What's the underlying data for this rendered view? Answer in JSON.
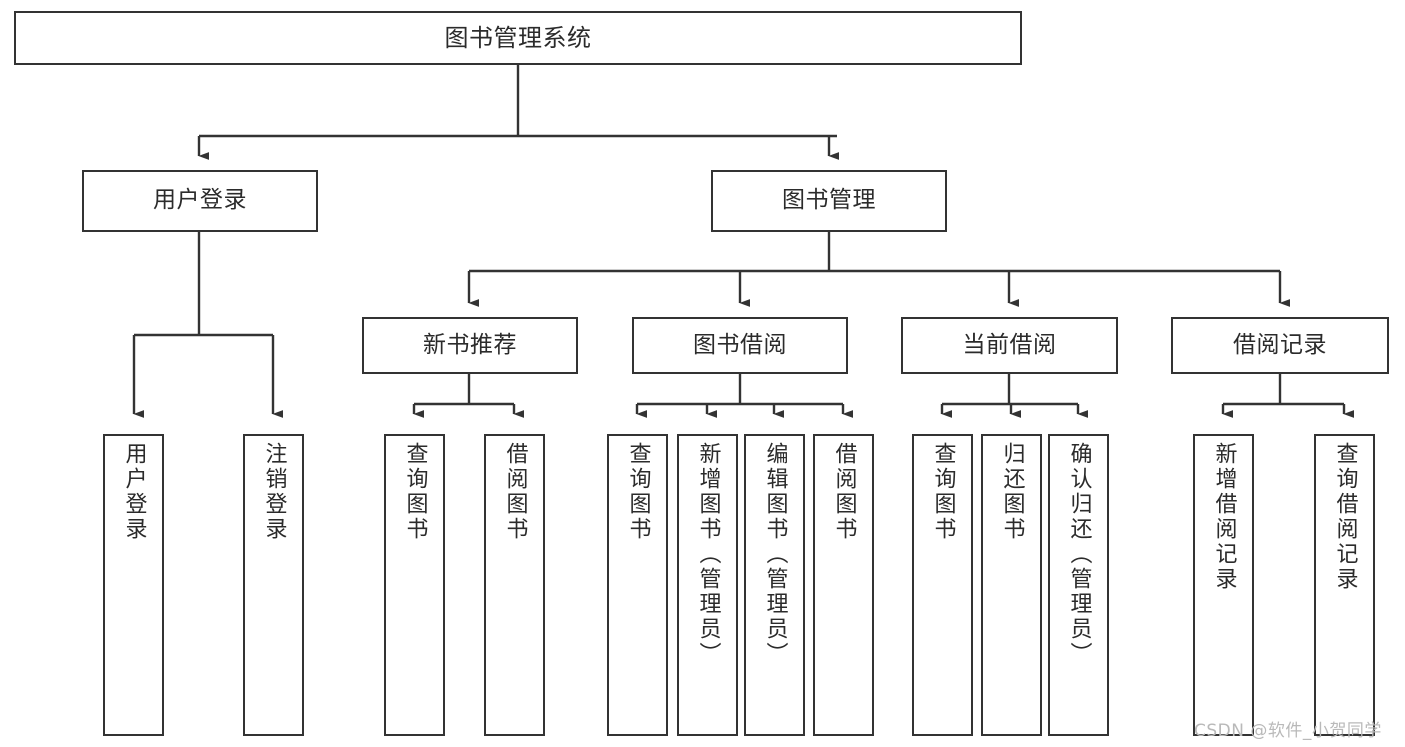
{
  "diagram": {
    "title": "图书管理系统",
    "watermark": "CSDN @软件_小贺同学",
    "colors": {
      "box_border": "#333333",
      "box_fill": "#ffffff",
      "line": "#333333",
      "text": "#2b2b2b",
      "watermark": "#b9b9b9",
      "background": "#ffffff"
    },
    "levels": {
      "level1": [
        {
          "id": "root",
          "label": "图书管理系统"
        }
      ],
      "level2": [
        {
          "id": "user-login",
          "label": "用户登录"
        },
        {
          "id": "book-management",
          "label": "图书管理"
        }
      ],
      "level3": [
        {
          "id": "new-book-recommend",
          "label": "新书推荐"
        },
        {
          "id": "book-borrow",
          "label": "图书借阅"
        },
        {
          "id": "current-borrow",
          "label": "当前借阅"
        },
        {
          "id": "borrow-record",
          "label": "借阅记录"
        }
      ],
      "level4": [
        {
          "id": "leaf-user-login",
          "label": "用户登录"
        },
        {
          "id": "leaf-logout",
          "label": "注销登录"
        },
        {
          "id": "leaf-query-book-1",
          "label": "查询图书"
        },
        {
          "id": "leaf-borrow-book-1",
          "label": "借阅图书"
        },
        {
          "id": "leaf-query-book-2",
          "label": "查询图书"
        },
        {
          "id": "leaf-add-book",
          "label": "新增图书（管理员）"
        },
        {
          "id": "leaf-edit-book",
          "label": "编辑图书（管理员）"
        },
        {
          "id": "leaf-borrow-book-2",
          "label": "借阅图书"
        },
        {
          "id": "leaf-query-book-3",
          "label": "查询图书"
        },
        {
          "id": "leaf-return-book",
          "label": "归还图书"
        },
        {
          "id": "leaf-confirm-return",
          "label": "确认归还（管理员）"
        },
        {
          "id": "leaf-add-record",
          "label": "新增借阅记录"
        },
        {
          "id": "leaf-query-record",
          "label": "查询借阅记录"
        }
      ]
    },
    "edges": [
      {
        "from": "root",
        "to": "user-login"
      },
      {
        "from": "root",
        "to": "book-management"
      },
      {
        "from": "user-login",
        "to": "leaf-user-login"
      },
      {
        "from": "user-login",
        "to": "leaf-logout"
      },
      {
        "from": "book-management",
        "to": "new-book-recommend"
      },
      {
        "from": "book-management",
        "to": "book-borrow"
      },
      {
        "from": "book-management",
        "to": "current-borrow"
      },
      {
        "from": "book-management",
        "to": "borrow-record"
      },
      {
        "from": "new-book-recommend",
        "to": "leaf-query-book-1"
      },
      {
        "from": "new-book-recommend",
        "to": "leaf-borrow-book-1"
      },
      {
        "from": "book-borrow",
        "to": "leaf-query-book-2"
      },
      {
        "from": "book-borrow",
        "to": "leaf-add-book"
      },
      {
        "from": "book-borrow",
        "to": "leaf-edit-book"
      },
      {
        "from": "book-borrow",
        "to": "leaf-borrow-book-2"
      },
      {
        "from": "current-borrow",
        "to": "leaf-query-book-3"
      },
      {
        "from": "current-borrow",
        "to": "leaf-return-book"
      },
      {
        "from": "current-borrow",
        "to": "leaf-confirm-return"
      },
      {
        "from": "borrow-record",
        "to": "leaf-add-record"
      },
      {
        "from": "borrow-record",
        "to": "leaf-query-record"
      }
    ]
  }
}
